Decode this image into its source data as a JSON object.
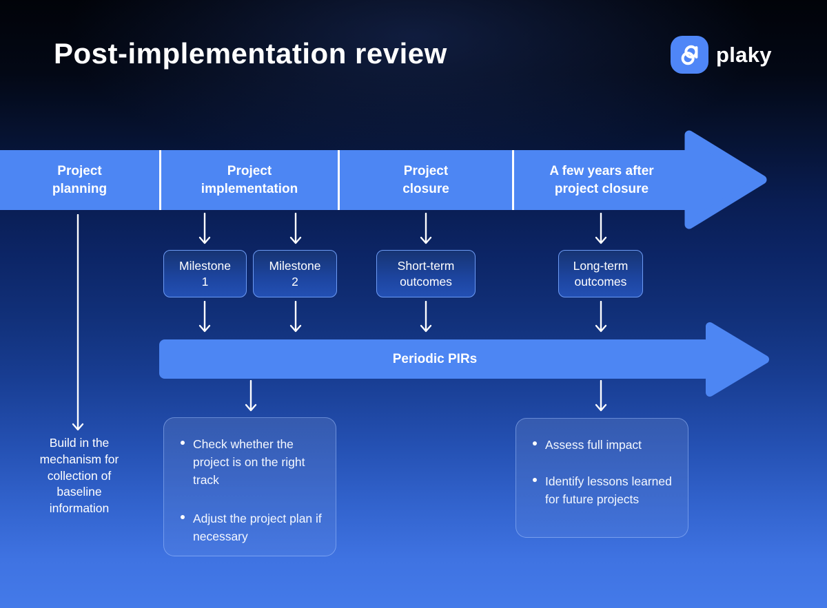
{
  "header": {
    "title": "Post-implementation review",
    "brand": {
      "name": "plaky",
      "icon_bg": "#4f86f7"
    }
  },
  "colors": {
    "arrow_blue": "#4d86f3",
    "milestone_border": "#6d9bf5",
    "background_top": "#010309",
    "background_bottom": "#447ae9",
    "text": "#ffffff"
  },
  "timeline": {
    "phases": [
      {
        "label": "Project\nplanning"
      },
      {
        "label": "Project\nimplementation"
      },
      {
        "label": "Project\nclosure"
      },
      {
        "label": "A few years after\nproject closure"
      }
    ]
  },
  "milestones": [
    {
      "label": "Milestone\n1"
    },
    {
      "label": "Milestone\n2"
    },
    {
      "label": "Short-term\noutcomes"
    },
    {
      "label": "Long-term\noutcomes"
    }
  ],
  "pir_arrow": {
    "label": "Periodic PIRs"
  },
  "planning_note": {
    "text": "Build in the\nmechanism for\ncollection of\nbaseline\ninformation"
  },
  "review_boxes": {
    "milestone_reviews": {
      "bullets": [
        "Check whether the project is on the right track",
        "Adjust the project plan if necessary"
      ]
    },
    "final_review": {
      "bullets": [
        "Assess full impact",
        "Identify lessons learned for future projects"
      ]
    }
  }
}
